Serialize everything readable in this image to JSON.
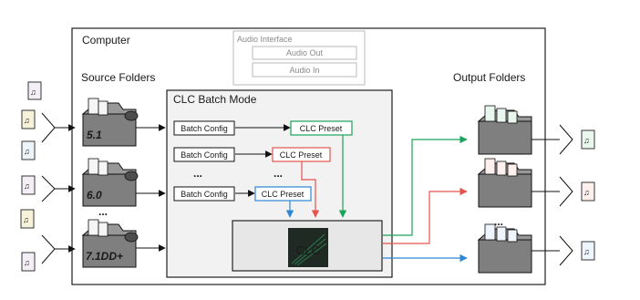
{
  "labels": {
    "computer": "Computer",
    "audio_interface": "Audio Interface",
    "audio_out": "Audio Out",
    "audio_in": "Audio In",
    "source_folders": "Source Folders",
    "batch_mode": "CLC Batch Mode",
    "output_folders": "Output Folders",
    "clc": "CLC",
    "ellipsis": "..."
  },
  "source_folders": [
    "5.1",
    "6.0",
    "7.1DD+"
  ],
  "batch_rows": [
    {
      "config": "Batch Config",
      "preset": "CLC Preset",
      "color": "#1aa35a"
    },
    {
      "config": "Batch Config",
      "preset": "CLC Preset",
      "color": "#e5534b"
    },
    {
      "config": "Batch Config",
      "preset": "CLC Preset",
      "color": "#2e86d4"
    }
  ],
  "colors": {
    "green": "#1aa35a",
    "red": "#e5534b",
    "blue": "#2e86d4",
    "folder_fill": "#7f7f7f",
    "panel_fill": "#f2f2f2",
    "clc_bg": "#202a24"
  }
}
